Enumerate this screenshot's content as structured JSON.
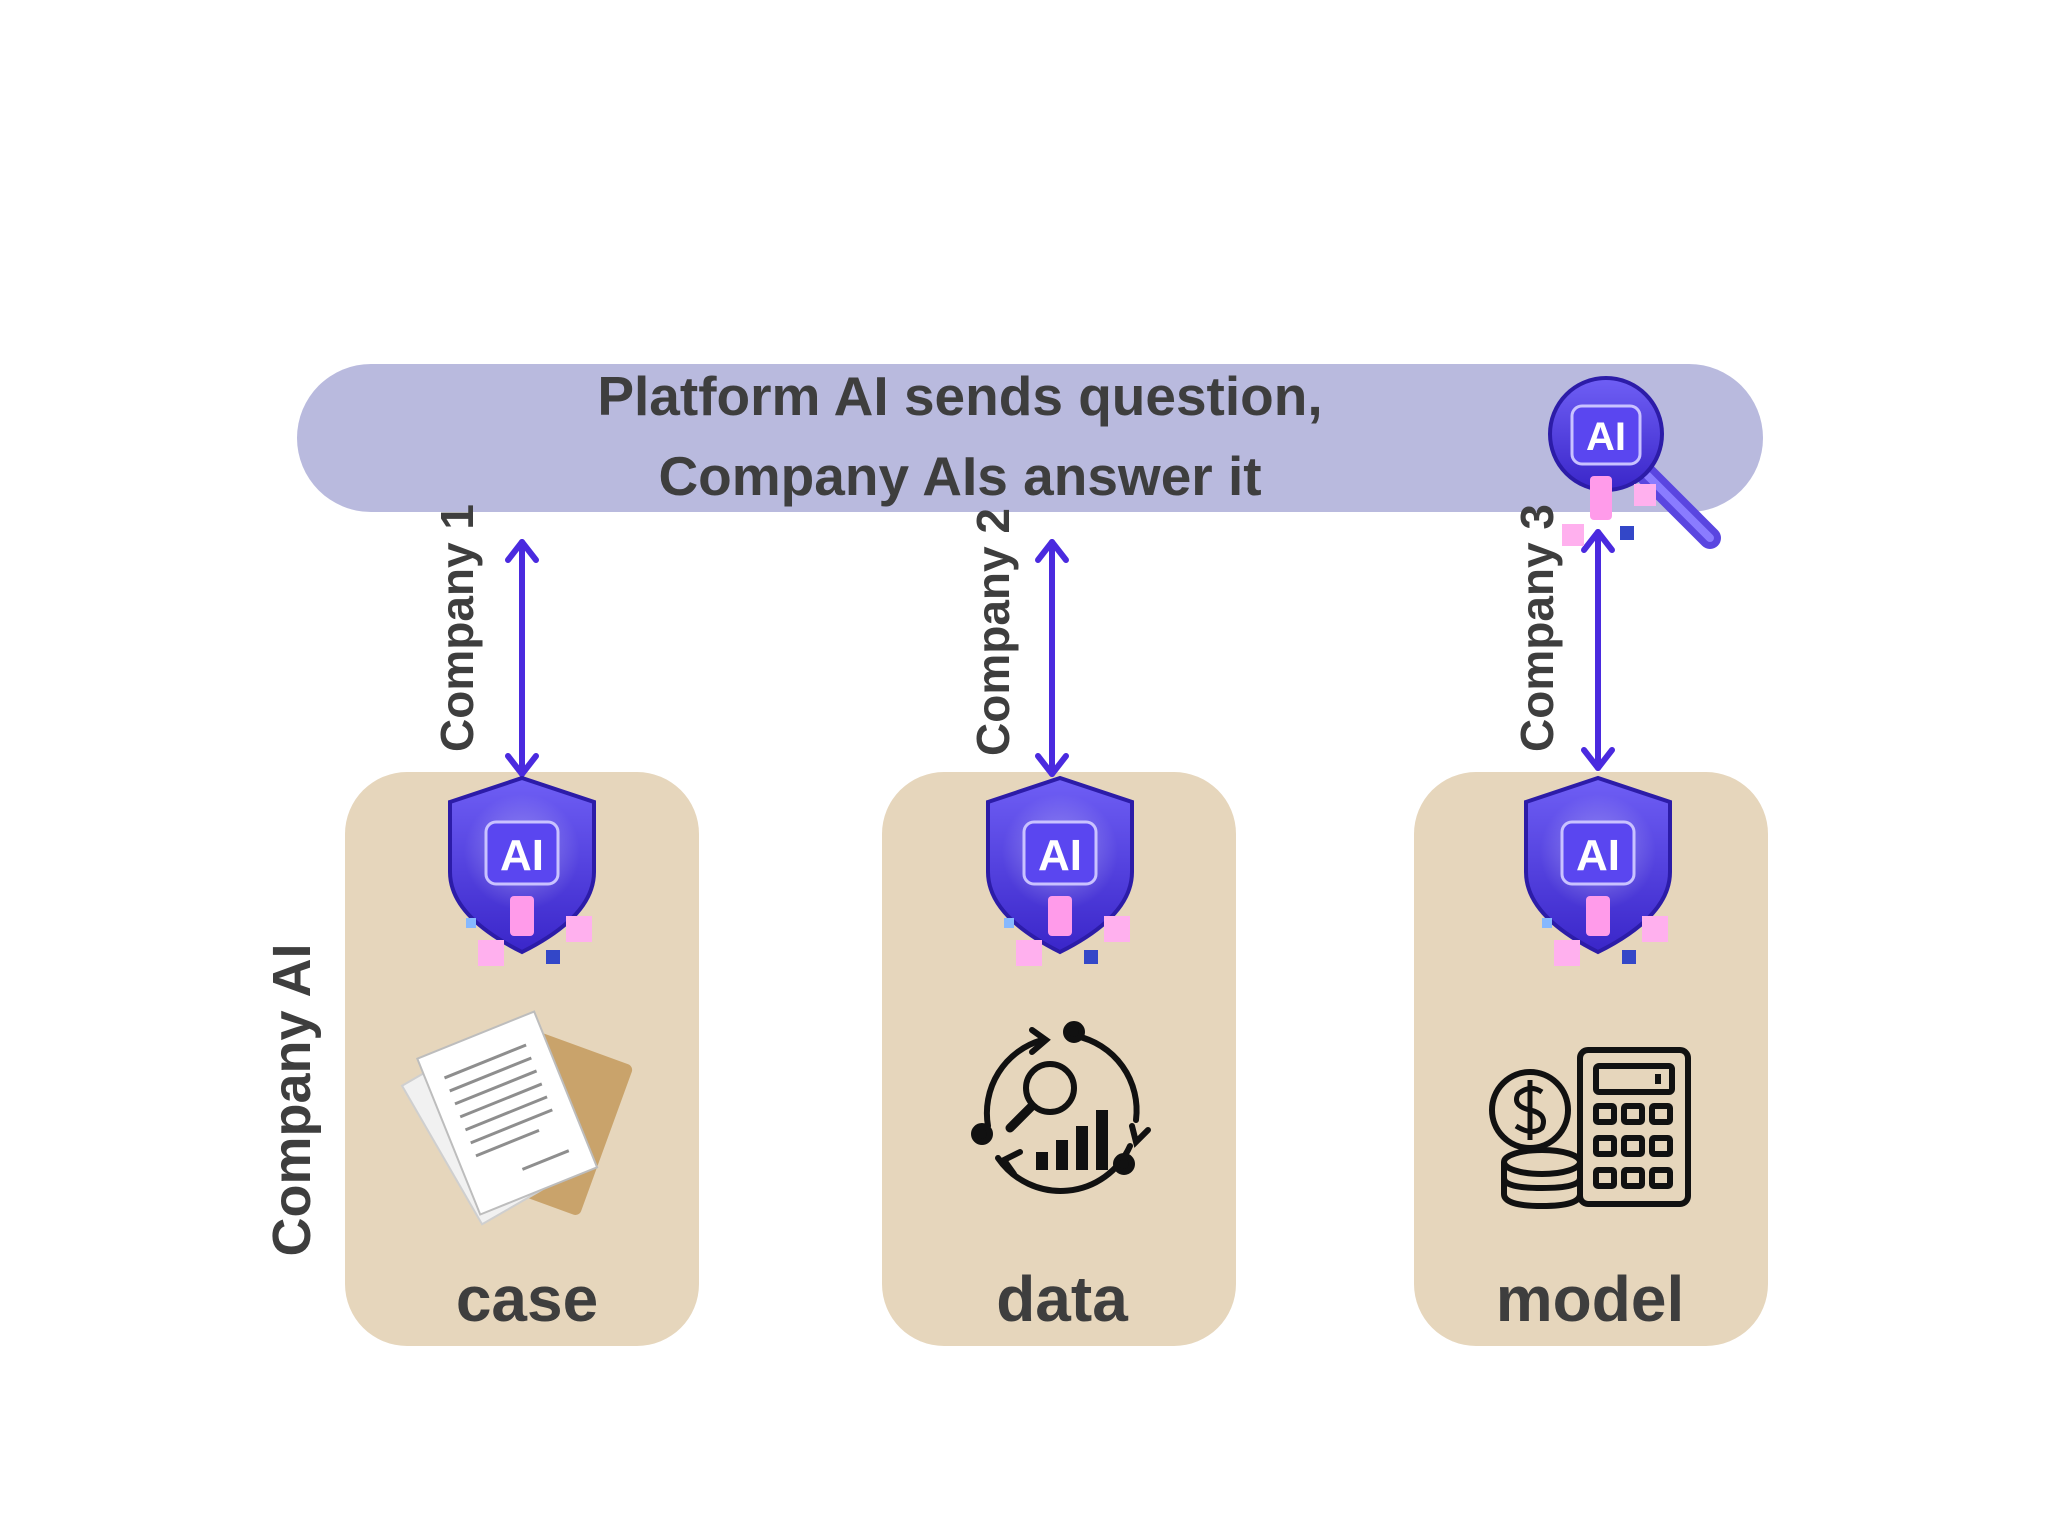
{
  "platform": {
    "line1": "Platform AI sends question,",
    "line2": "Company AIs answer it",
    "bar_color": "#b9bade"
  },
  "side_label": "Company AI",
  "companies": [
    {
      "label": "Company 1",
      "card_label": "case",
      "icon": "documents-icon"
    },
    {
      "label": "Company 2",
      "card_label": "data",
      "icon": "data-analytics-icon"
    },
    {
      "label": "Company 3",
      "card_label": "model",
      "icon": "calculator-coins-icon"
    }
  ],
  "ai_badge_text": "AI",
  "colors": {
    "arrow": "#4a2adf",
    "card": "#e6d6bc",
    "text": "#3e3e3e",
    "badge": "#4b3bd8",
    "badge_accent": "#ff9bea"
  }
}
